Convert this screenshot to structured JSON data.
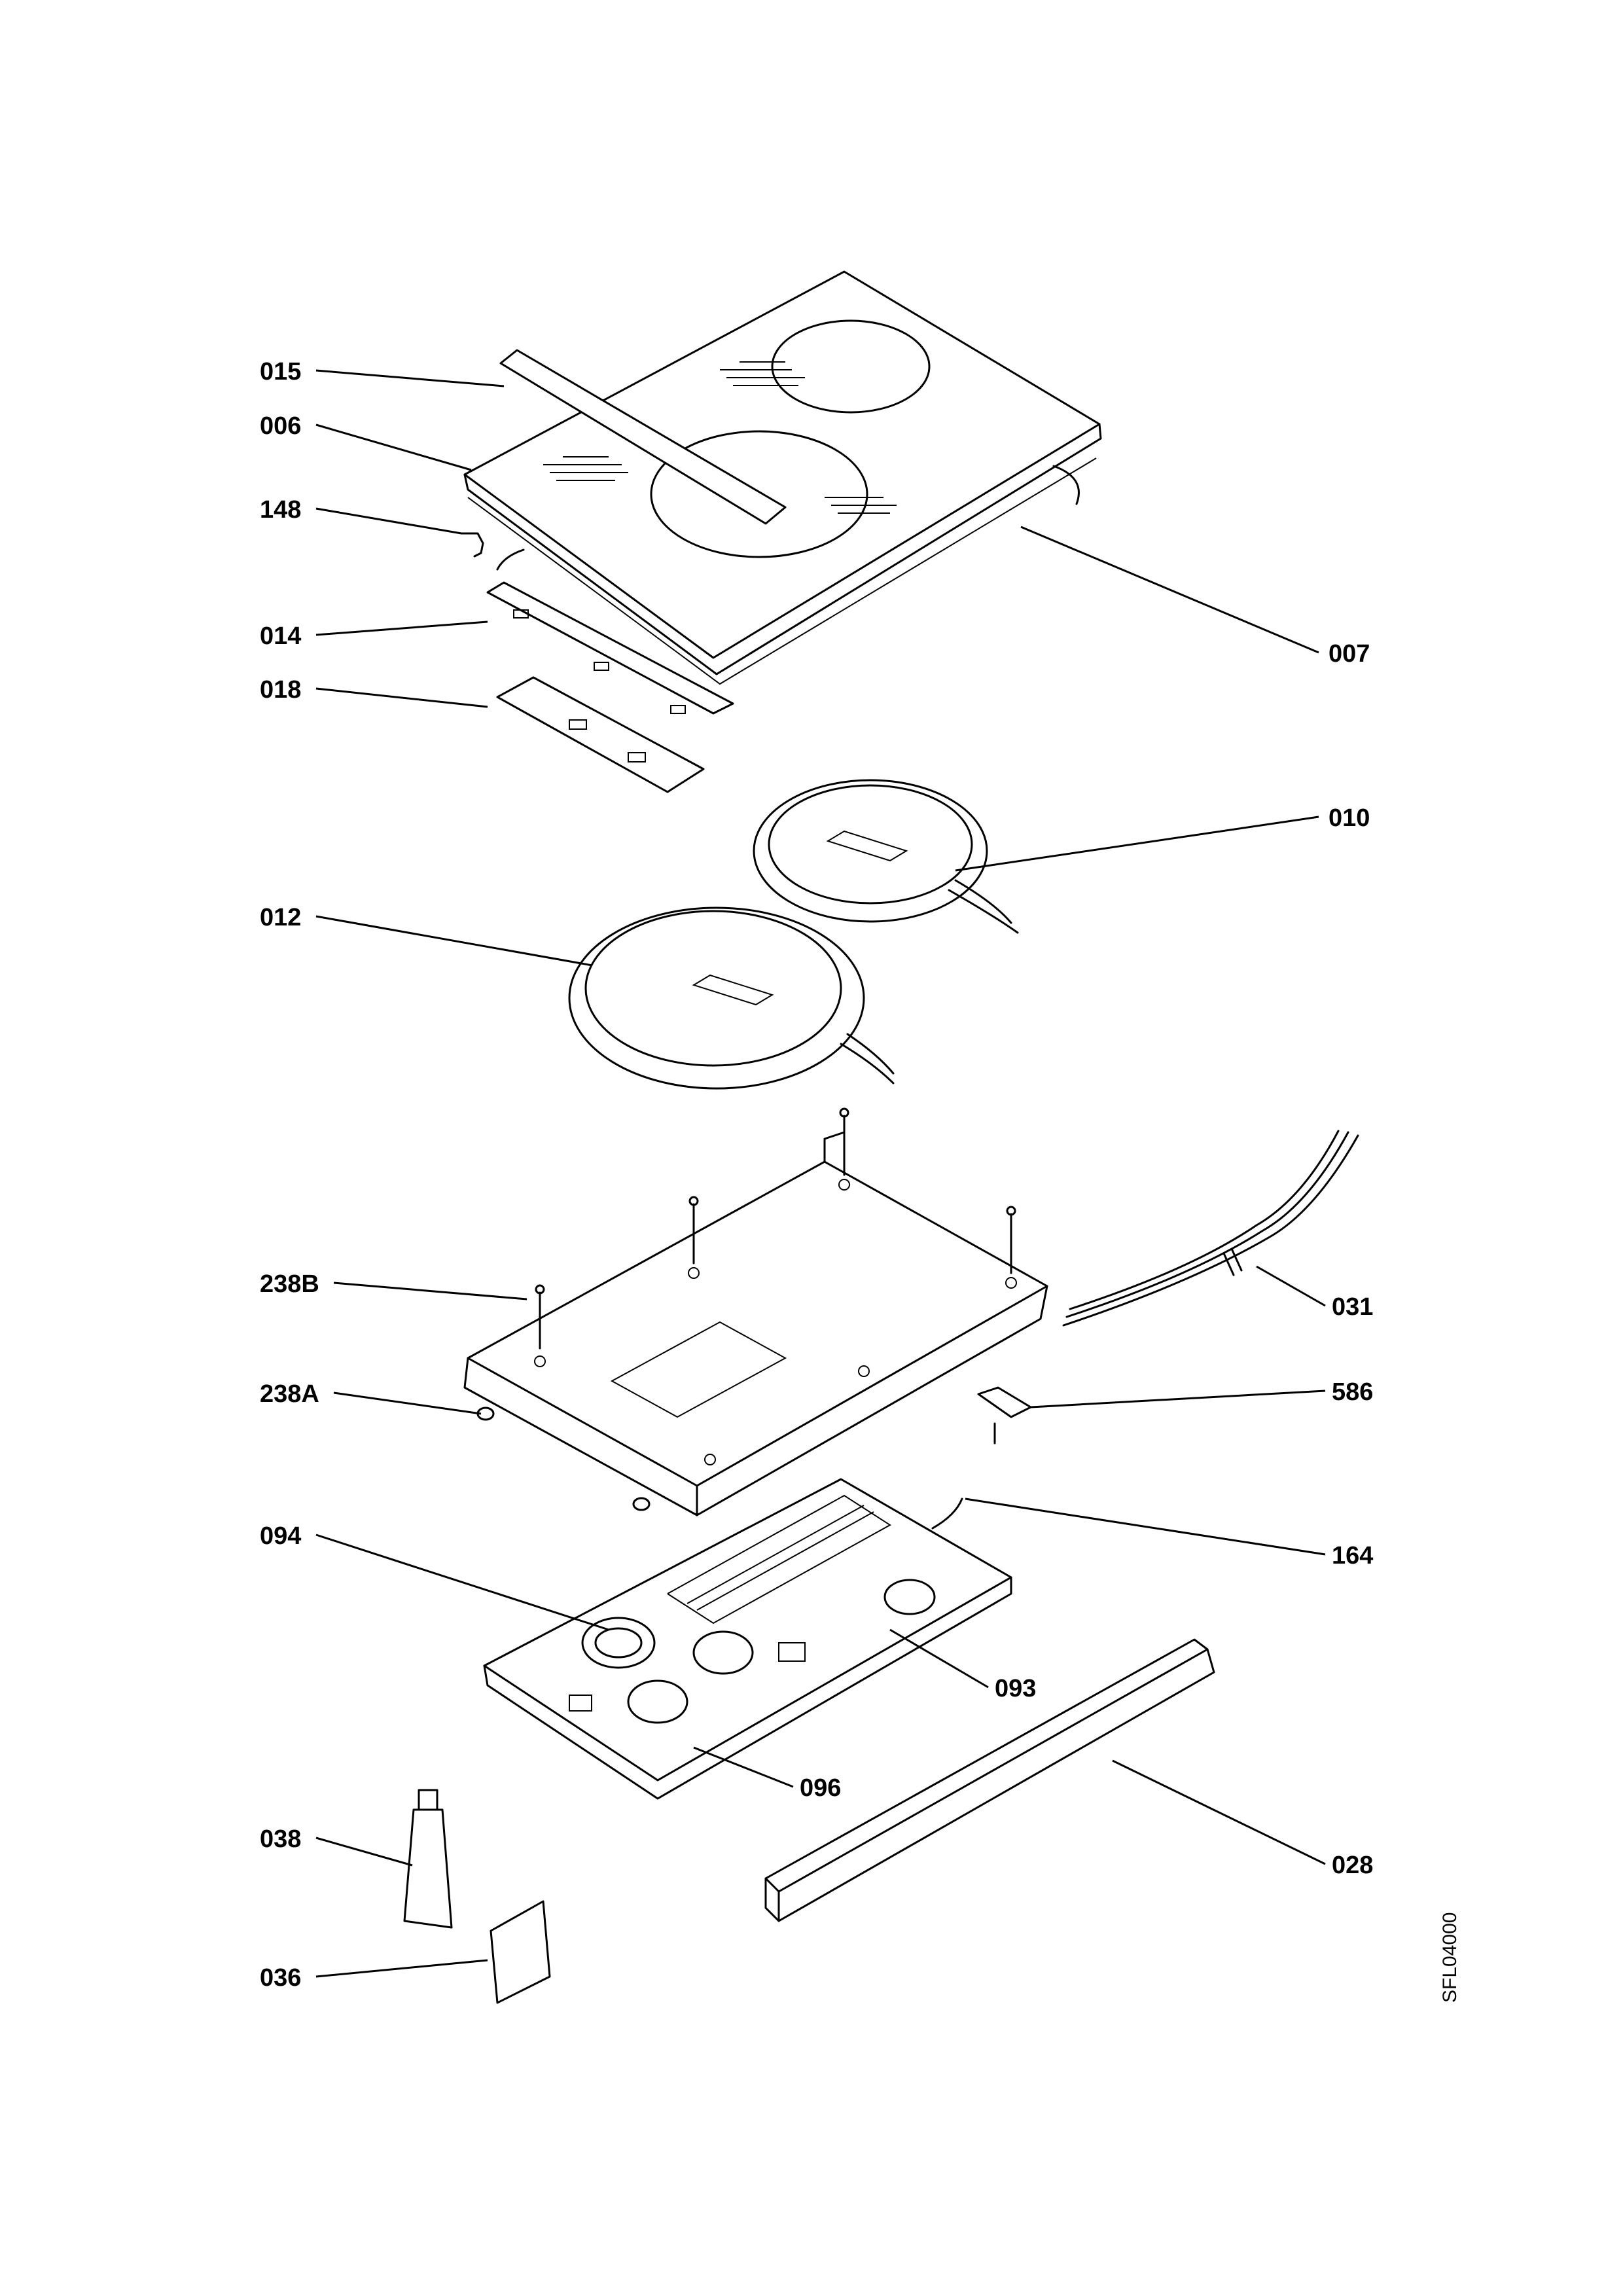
{
  "drawing_code": "SFL04000",
  "labels": {
    "l015": "015",
    "l006": "006",
    "l148": "148",
    "l014": "014",
    "l018": "018",
    "l007": "007",
    "l010": "010",
    "l012": "012",
    "l238B": "238B",
    "l238A": "238A",
    "l031": "031",
    "l586": "586",
    "l094": "094",
    "l164": "164",
    "l093": "093",
    "l096": "096",
    "l038": "038",
    "l028": "028",
    "l036": "036"
  }
}
